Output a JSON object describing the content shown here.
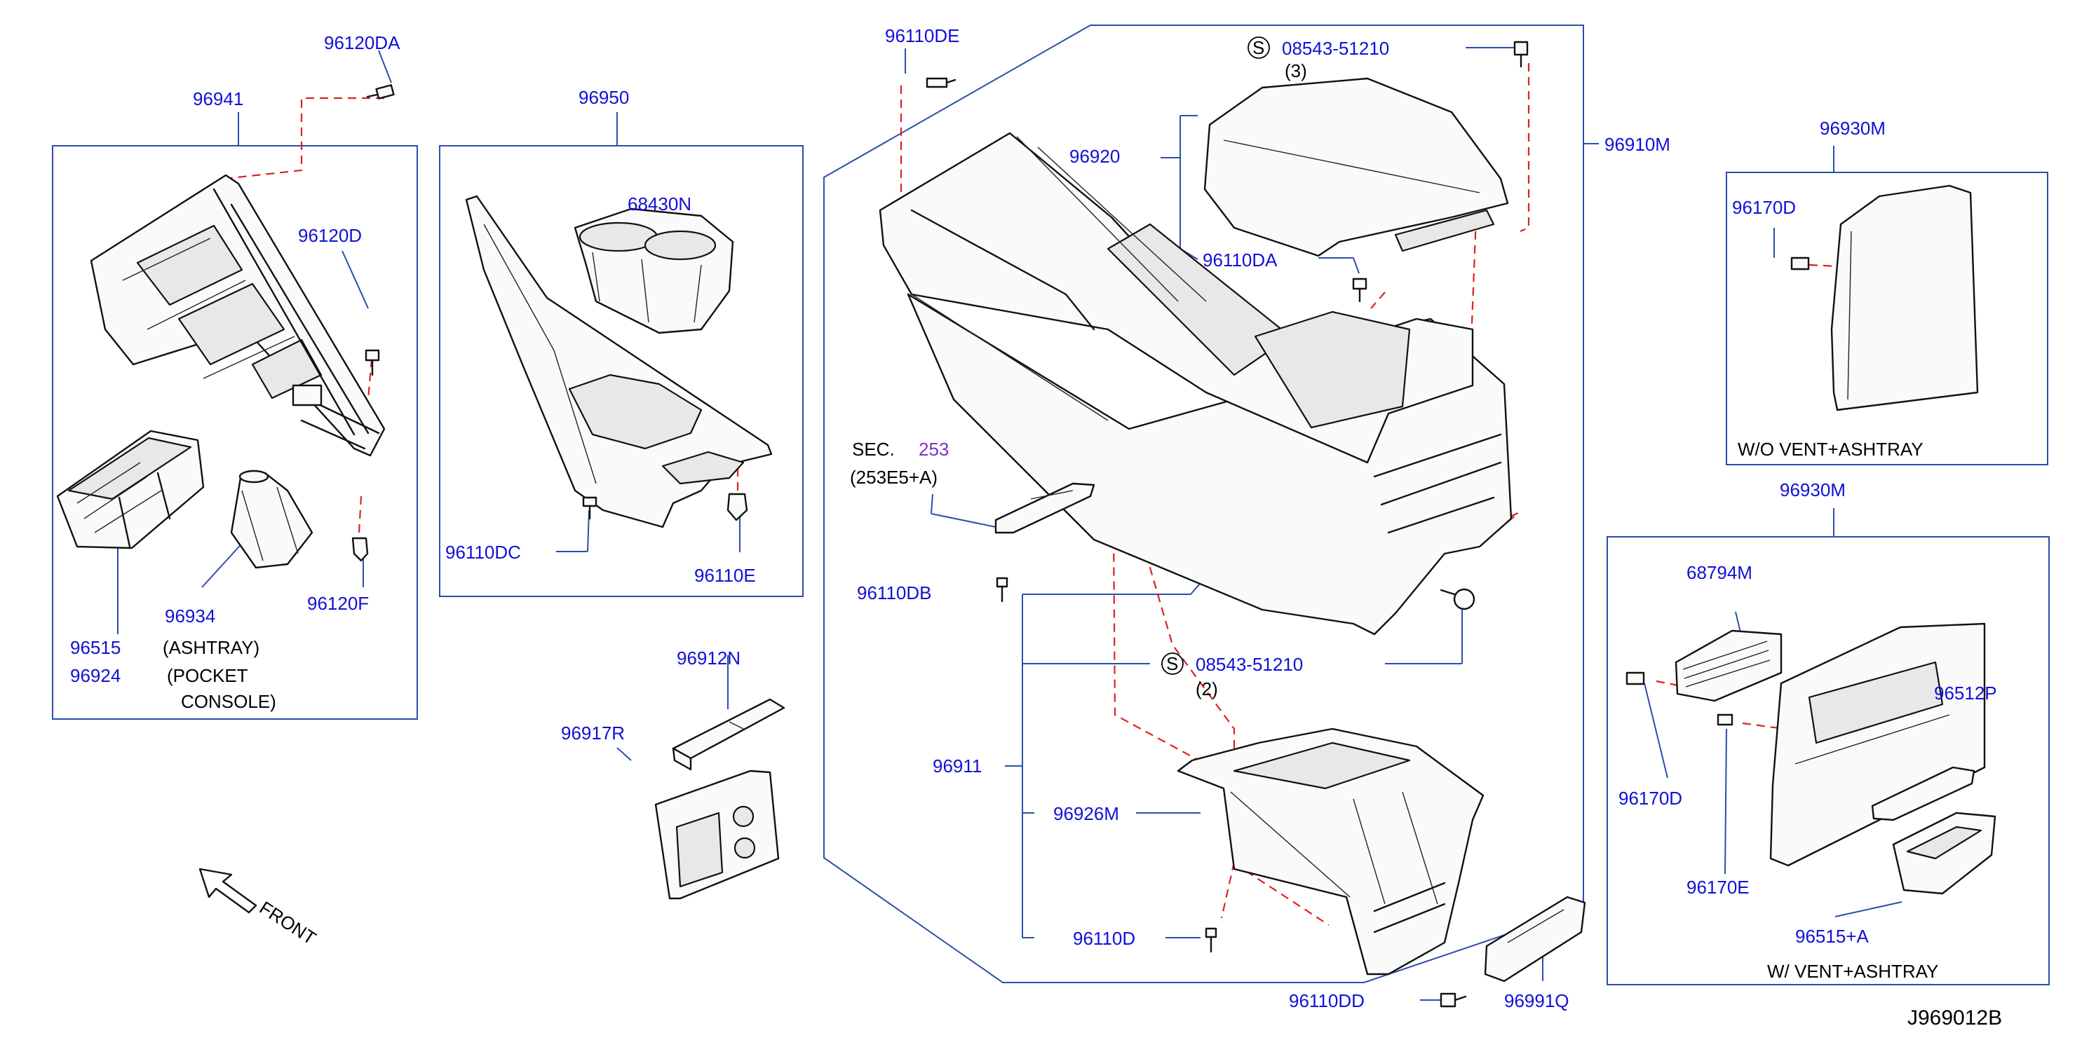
{
  "diagram_id": "J969012B",
  "labels": {
    "p96120DA": "96120DA",
    "p96941": "96941",
    "p96120D": "96120D",
    "p96120F": "96120F",
    "p96515": "96515",
    "p96924": "96924",
    "p96934": "96934",
    "ashtray": "(ASHTRAY)",
    "pocket": "(POCKET",
    "console": "CONSOLE)",
    "p96950": "96950",
    "p68430N": "68430N",
    "p96110DC": "96110DC",
    "p96110E": "96110E",
    "p96912N": "96912N",
    "p96917R": "96917R",
    "front": "FRONT",
    "p96110DE": "96110DE",
    "s_symbol": "S",
    "bolt_part": "08543-51210",
    "qty3": "(3)",
    "p96920": "96920",
    "p96110DA": "96110DA",
    "p96910M": "96910M",
    "sec": "SEC.",
    "sec_num": "253",
    "sec_ref": "(253E5+A)",
    "p96110DB": "96110DB",
    "qty2": "(2)",
    "p96911": "96911",
    "p96926M": "96926M",
    "p96110D": "96110D",
    "p96110DD": "96110DD",
    "p96991Q": "96991Q",
    "p96930M_a": "96930M",
    "p96170D_a": "96170D",
    "wo_vent": "W/O   VENT+ASHTRAY",
    "p96930M_b": "96930M",
    "p68794M": "68794M",
    "p96512P": "96512P",
    "p96170D_b": "96170D",
    "p96170E": "96170E",
    "p96515A": "96515+A",
    "w_vent": "W/   VENT+ASHTRAY"
  },
  "colors": {
    "label": "#1010d8",
    "leader": "#2a4fa8",
    "dashed": "#e02020",
    "section_number": "#7a32c8",
    "line_art": "#111111"
  }
}
